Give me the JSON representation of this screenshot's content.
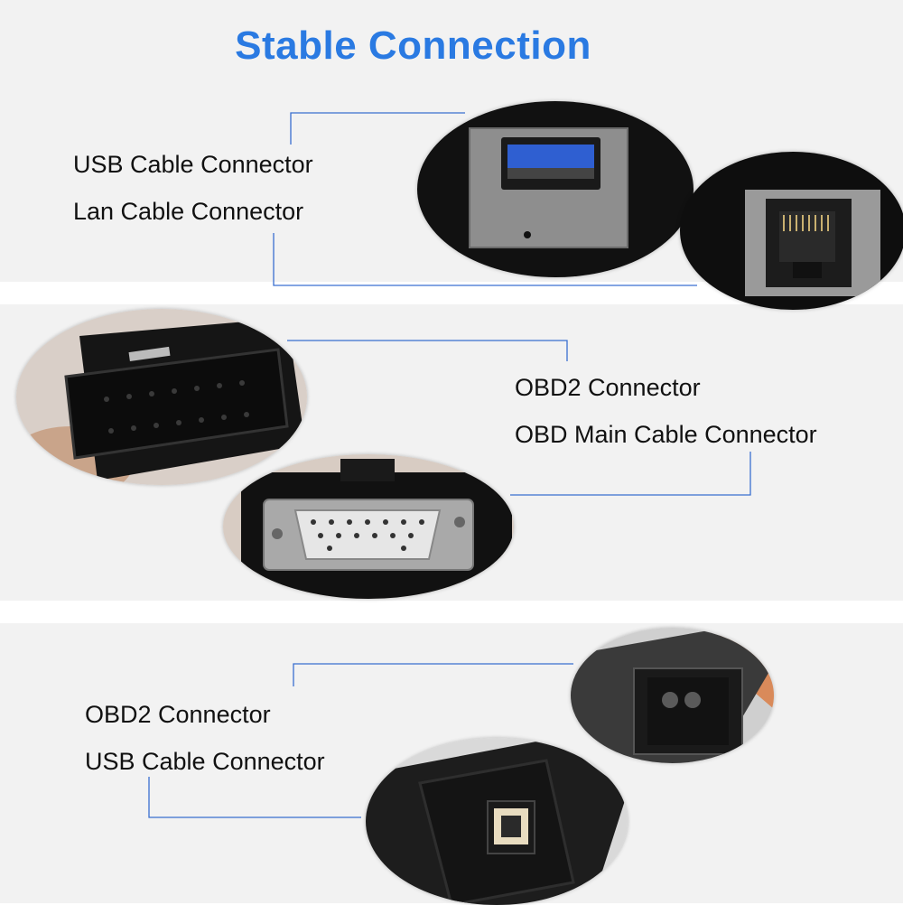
{
  "title": "Stable Connection",
  "accent_color": "#2a7ae2",
  "line_color": "#3a6fd0",
  "sections": [
    {
      "labels": [
        "USB Cable Connector",
        "Lan Cable Connector"
      ],
      "photos": [
        "usb-a-port-photo",
        "rj45-lan-port-photo"
      ]
    },
    {
      "labels": [
        "OBD2 Connector",
        "OBD Main Cable Connector"
      ],
      "photos": [
        "obd2-plug-photo",
        "db15-cable-connector-photo"
      ]
    },
    {
      "labels": [
        "OBD2 Connector",
        "USB Cable Connector"
      ],
      "photos": [
        "obd2-socket-photo",
        "usb-b-port-photo"
      ]
    }
  ]
}
